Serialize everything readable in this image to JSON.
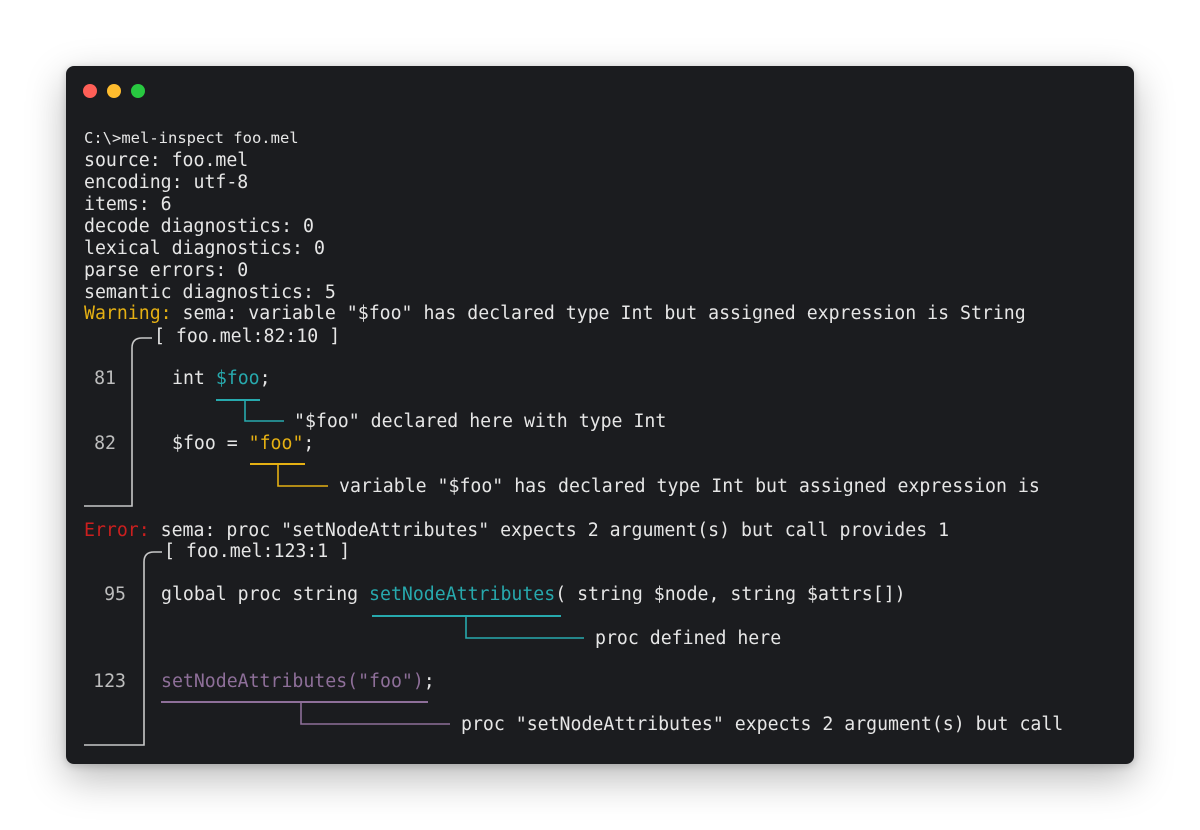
{
  "window": {
    "traffic_lights": {
      "close": "#ff5f57",
      "minimize": "#febc2e",
      "maximize": "#28c840"
    }
  },
  "terminal": {
    "command": "C:\\>mel-inspect foo.mel",
    "summary": [
      "source: foo.mel",
      "encoding: utf-8",
      "items: 6",
      "decode diagnostics: 0",
      "lexical diagnostics: 0",
      "parse errors: 0",
      "semantic diagnostics: 5"
    ],
    "warning": {
      "severity": "Warning:",
      "message": " sema: variable \"$foo\" has declared type Int but assigned expression is String",
      "location": "[ foo.mel:82:10 ]",
      "lines": [
        {
          "number": "81",
          "pre": "int ",
          "highlight": "$foo",
          "post": ";"
        },
        {
          "number": "82",
          "pre": "$foo = ",
          "highlight": "\"foo\"",
          "post": ";"
        }
      ],
      "annotations": [
        "\"$foo\" declared here with type Int",
        "variable \"$foo\" has declared type Int but assigned expression is"
      ]
    },
    "error": {
      "severity": "Error:",
      "message": " sema: proc \"setNodeAttributes\" expects 2 argument(s) but call provides 1",
      "location": "[ foo.mel:123:1 ]",
      "lines": [
        {
          "number": "95",
          "pre": "global proc string ",
          "highlight": "setNodeAttributes",
          "post": "( string $node, string $attrs[])"
        },
        {
          "number": "123",
          "pre": "",
          "highlight": "setNodeAttributes(\"foo\")",
          "post": ";"
        }
      ],
      "annotations": [
        "proc defined here",
        "proc \"setNodeAttributes\" expects 2 argument(s) but call"
      ]
    }
  },
  "colors": {
    "background": "#1b1c1f",
    "text": "#e6e6e6",
    "warning": "#e5b013",
    "error": "#cc1f1f",
    "highlight_teal": "#27a9ad",
    "highlight_yellow": "#e5b013",
    "highlight_purple": "#8e6f99",
    "gutter": "#c8c8c8"
  }
}
